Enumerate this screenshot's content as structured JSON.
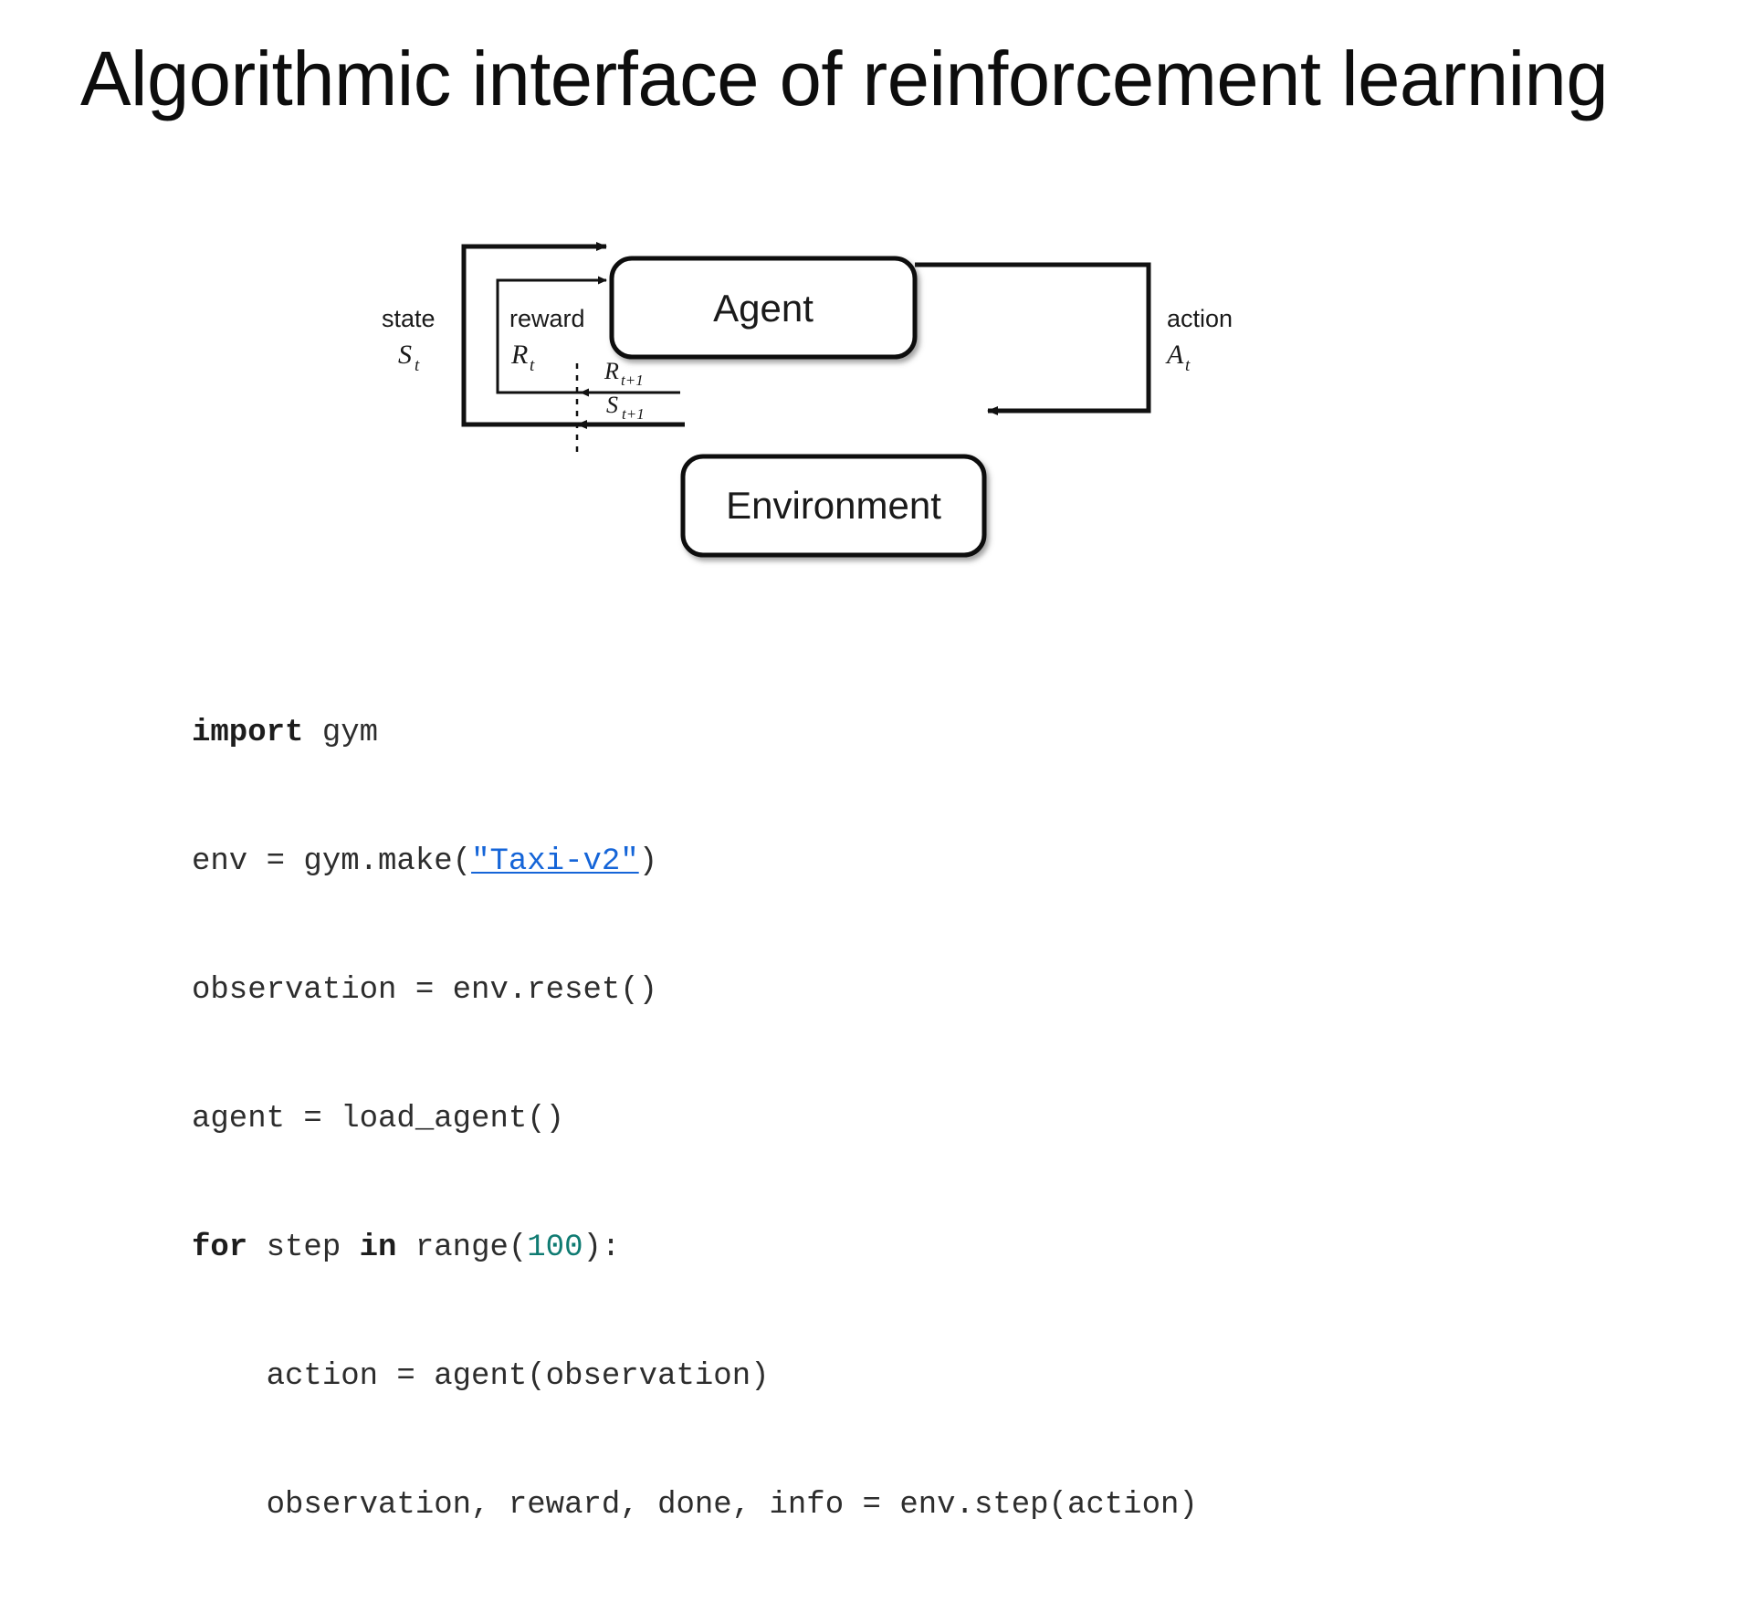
{
  "slide": {
    "title": "Algorithmic interface of reinforcement learning",
    "background_color": "#ffffff",
    "text_color": "#0d0d0d"
  },
  "diagram": {
    "name": "agent-environment-interaction-loop",
    "type": "flow-diagram",
    "nodes": [
      {
        "id": "agent",
        "label": "Agent"
      },
      {
        "id": "environment",
        "label": "Environment"
      }
    ],
    "edges": [
      {
        "id": "state-loop",
        "from": "environment",
        "to": "agent",
        "label": "state",
        "symbol": "S",
        "subscript": "t",
        "style": "thick"
      },
      {
        "id": "reward-loop",
        "from": "environment",
        "to": "agent",
        "label": "reward",
        "symbol": "R",
        "subscript": "t",
        "style": "thin"
      },
      {
        "id": "action-loop",
        "from": "agent",
        "to": "environment",
        "label": "action",
        "symbol": "A",
        "subscript": "t",
        "style": "thick"
      }
    ],
    "emitted": [
      {
        "id": "reward-next",
        "symbol": "R",
        "subscript": "t+1",
        "style": "thin"
      },
      {
        "id": "state-next",
        "symbol": "S",
        "subscript": "t+1",
        "style": "thick"
      }
    ],
    "labels": {
      "state": "state",
      "reward": "reward",
      "action": "action",
      "state_symbol": "S",
      "reward_symbol": "R",
      "action_symbol": "A",
      "time_subscript": "t",
      "next_subscript": "t+1"
    },
    "line_color": "#111111",
    "box_fill": "#ffffff",
    "box_stroke": "#111111"
  },
  "code": {
    "language": "python",
    "link_color": "#1565d8",
    "number_color": "#0f7b72",
    "text_color": "#2d2d2d",
    "lines": [
      {
        "id": "l1",
        "text": "import gym",
        "tokens": [
          {
            "t": "import",
            "k": "kw"
          },
          {
            "t": " gym",
            "k": "plain"
          }
        ]
      },
      {
        "id": "l2",
        "text": "env = gym.make(\"Taxi-v2\")",
        "tokens": [
          {
            "t": "env = gym.make(",
            "k": "plain"
          },
          {
            "t": "\"Taxi-v2\"",
            "k": "link"
          },
          {
            "t": ")",
            "k": "plain"
          }
        ]
      },
      {
        "id": "l3",
        "text": "observation = env.reset()",
        "tokens": [
          {
            "t": "observation = env.reset()",
            "k": "plain"
          }
        ]
      },
      {
        "id": "l4",
        "text": "agent = load_agent()",
        "tokens": [
          {
            "t": "agent = load_agent()",
            "k": "plain"
          }
        ]
      },
      {
        "id": "l5",
        "text": "for step in range(100):",
        "tokens": [
          {
            "t": "for",
            "k": "kw"
          },
          {
            "t": " step ",
            "k": "plain"
          },
          {
            "t": "in",
            "k": "kw"
          },
          {
            "t": " range(",
            "k": "plain"
          },
          {
            "t": "100",
            "k": "num"
          },
          {
            "t": "):",
            "k": "plain"
          }
        ]
      },
      {
        "id": "l6",
        "text": "    action = agent(observation)",
        "tokens": [
          {
            "t": "    action = agent(observation)",
            "k": "plain"
          }
        ]
      },
      {
        "id": "l7",
        "text": "    observation, reward, done, info = env.step(action)",
        "tokens": [
          {
            "t": "    observation, reward, done, info = env.step(action)",
            "k": "plain"
          }
        ]
      }
    ],
    "link_text": "\"Taxi-v2\""
  }
}
